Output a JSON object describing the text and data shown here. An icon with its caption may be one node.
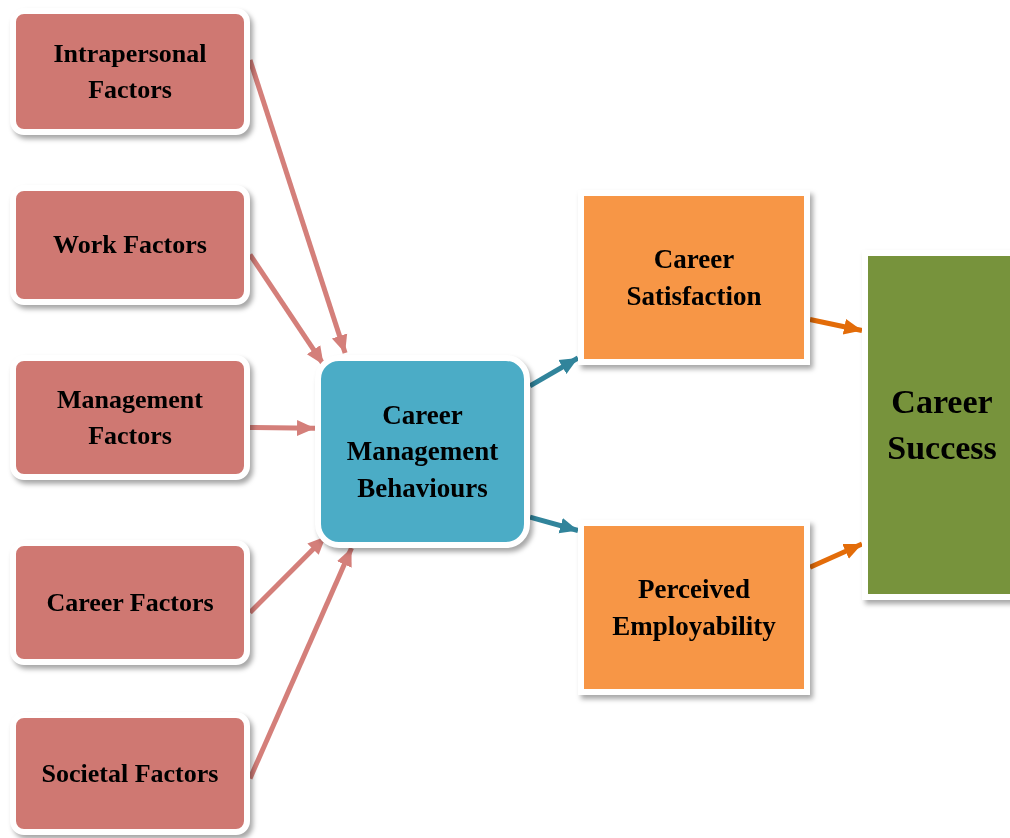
{
  "diagram": {
    "nodes": [
      {
        "text": [
          "Intrapersonal Factors"
        ]
      },
      {
        "text": [
          "Work Factors"
        ]
      },
      {
        "text": [
          "Management Factors"
        ]
      },
      {
        "text": [
          "Career Factors"
        ]
      },
      {
        "text": [
          "Societal Factors"
        ]
      },
      {
        "text": [
          "Career Management Behaviours"
        ]
      },
      {
        "text": [
          "Career Satisfaction"
        ]
      },
      {
        "text": [
          "Perceived Employability"
        ]
      },
      {
        "text": [
          "Career Success"
        ]
      }
    ],
    "edges": [
      {
        "from": 0,
        "to": 5,
        "arrow": "to"
      },
      {
        "from": 1,
        "to": 5,
        "arrow": "to"
      },
      {
        "from": 2,
        "to": 5,
        "arrow": "to"
      },
      {
        "from": 3,
        "to": 5,
        "arrow": "to"
      },
      {
        "from": 4,
        "to": 5,
        "arrow": "to"
      },
      {
        "from": 5,
        "to": 6,
        "arrow": "to",
        "color": "#31849b"
      },
      {
        "from": 5,
        "to": 7,
        "arrow": "to",
        "color": "#31849b"
      },
      {
        "from": 6,
        "to": 8,
        "arrow": "to",
        "color": "#e36c09"
      },
      {
        "from": 7,
        "to": 8,
        "arrow": "to",
        "color": "#e36c09"
      }
    ]
  }
}
